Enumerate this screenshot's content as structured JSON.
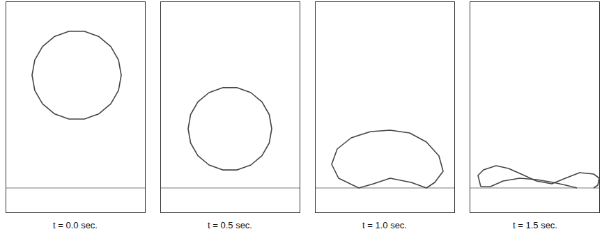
{
  "diagram": {
    "labels": [
      "t = 0.0 sec.",
      "t = 0.5 sec.",
      "t = 1.0 sec.",
      "t = 1.5 sec."
    ]
  }
}
